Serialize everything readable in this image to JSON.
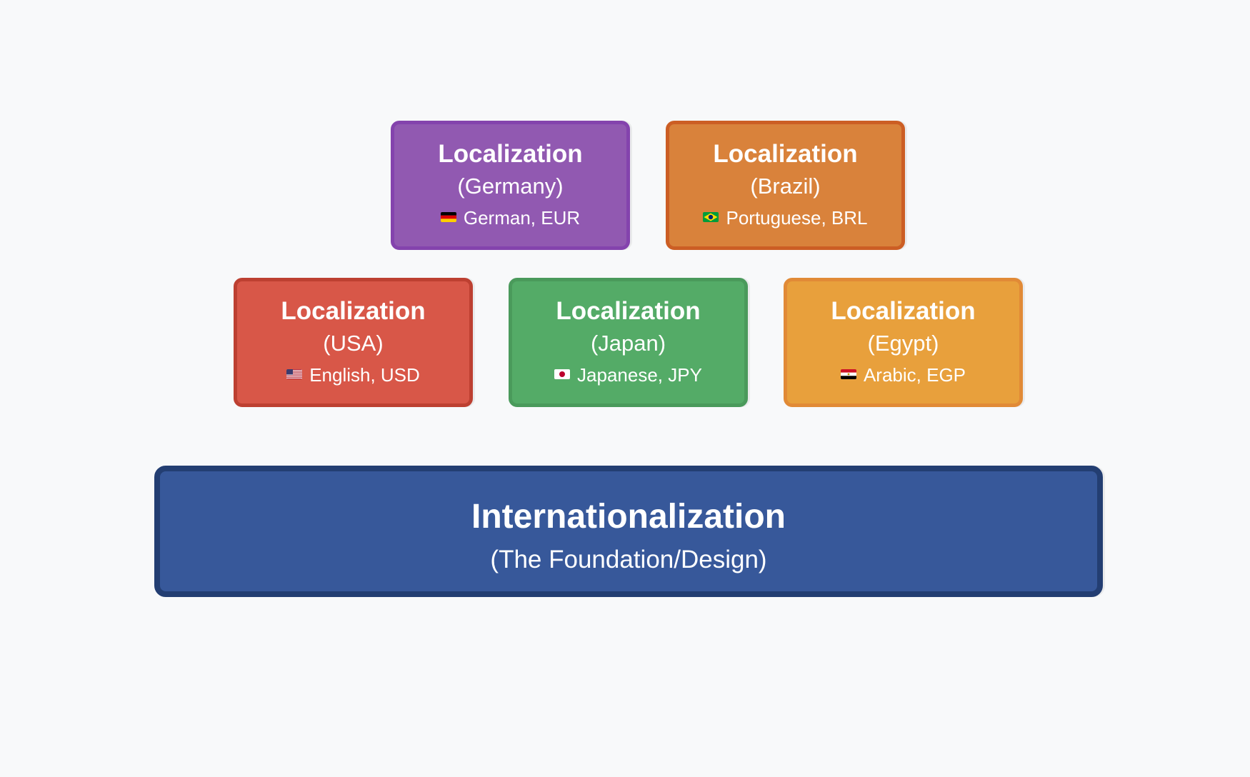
{
  "localizations": [
    {
      "key": "germany",
      "title": "Localization",
      "region": "(Germany)",
      "language_currency": "German, EUR",
      "flag_icon": "germany-flag-icon",
      "fill": "#9159b1",
      "border": "#8443ad"
    },
    {
      "key": "brazil",
      "title": "Localization",
      "region": "(Brazil)",
      "language_currency": "Portuguese, BRL",
      "flag_icon": "brazil-flag-icon",
      "fill": "#d9823b",
      "border": "#cc5e24"
    },
    {
      "key": "usa",
      "title": "Localization",
      "region": "(USA)",
      "language_currency": "English, USD",
      "flag_icon": "usa-flag-icon",
      "fill": "#d85748",
      "border": "#bd4031"
    },
    {
      "key": "japan",
      "title": "Localization",
      "region": "(Japan)",
      "language_currency": "Japanese, JPY",
      "flag_icon": "japan-flag-icon",
      "fill": "#54ab67",
      "border": "#4a9a5b"
    },
    {
      "key": "egypt",
      "title": "Localization",
      "region": "(Egypt)",
      "language_currency": "Arabic, EGP",
      "flag_icon": "egypt-flag-icon",
      "fill": "#e8a03c",
      "border": "#e18a36"
    }
  ],
  "foundation": {
    "title": "Internationalization",
    "subtitle": "(The Foundation/Design)",
    "fill": "#37589a",
    "border": "#233e72"
  },
  "background": "#f8f9fa"
}
